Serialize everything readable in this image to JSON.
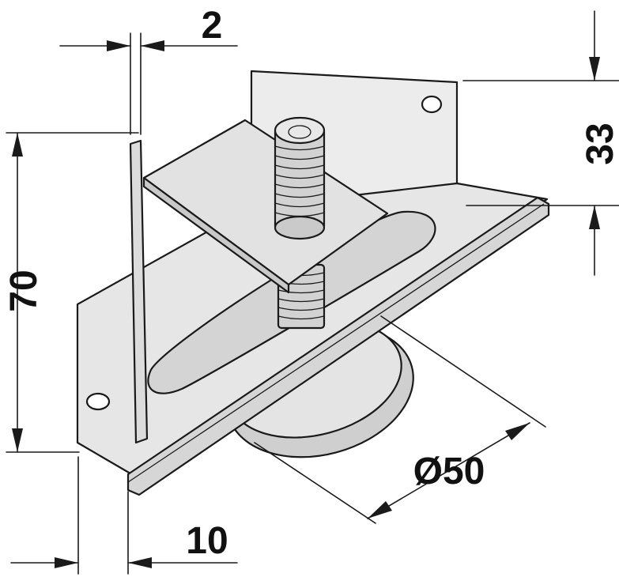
{
  "dimensions": {
    "top_width": "2",
    "right_height": "33",
    "left_height": "70",
    "bottom_width": "10",
    "diameter": "Ø50"
  },
  "colors": {
    "line": "#1a1a1a",
    "fill_light": "#ebebeb",
    "fill_mid": "#d9d9d9",
    "fill_dark": "#c8c8c8",
    "background": "#ffffff"
  }
}
